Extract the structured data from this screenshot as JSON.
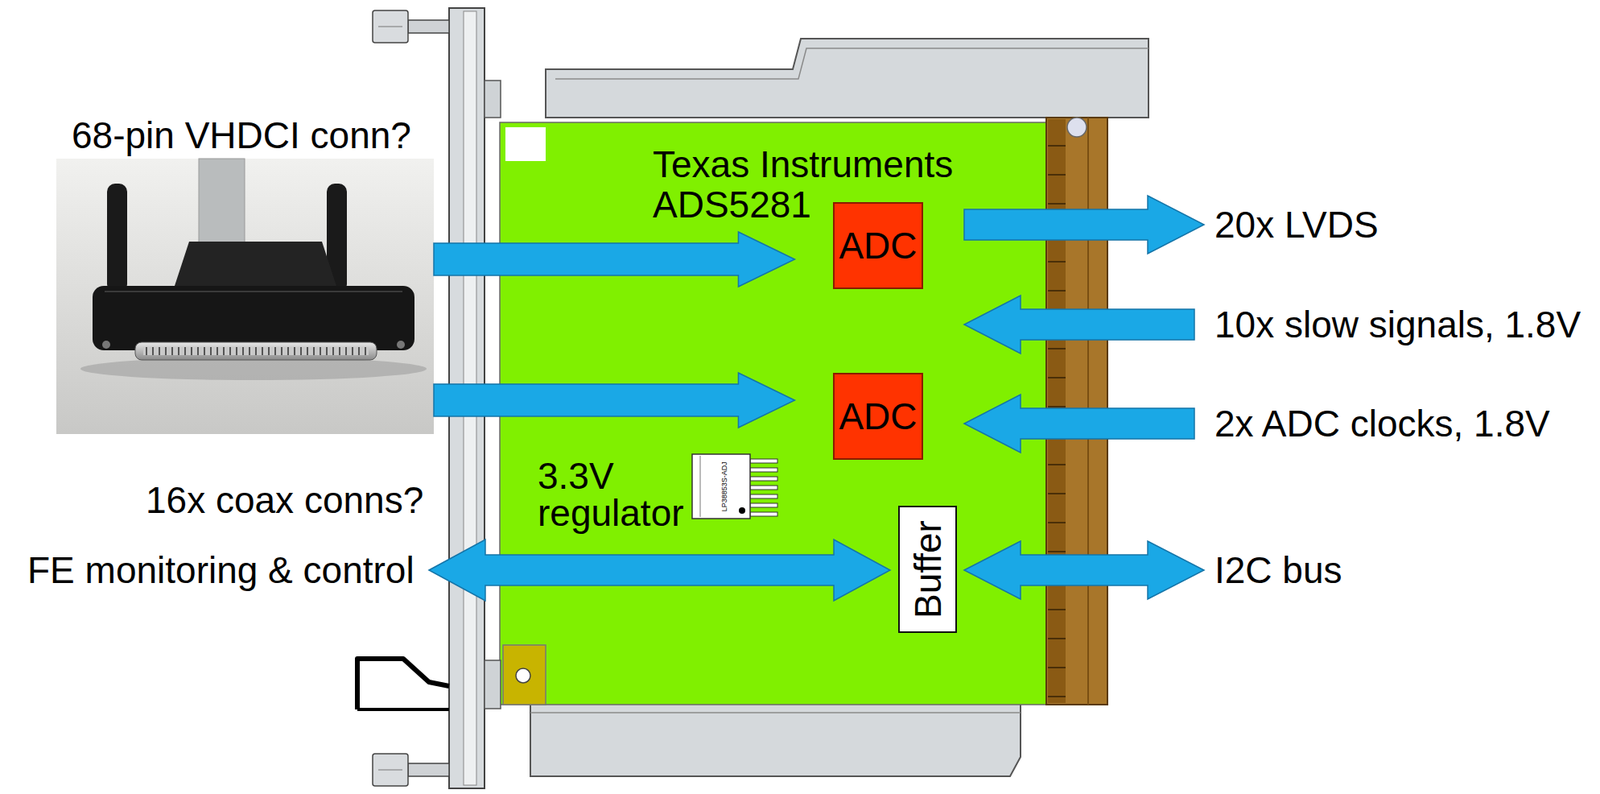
{
  "diagram": {
    "nodes": [
      {
        "text": [
          "68-pin VHDCI conn?"
        ]
      },
      {
        "text": [
          "ADC"
        ]
      },
      {
        "text": [
          "ADC"
        ]
      },
      {
        "text": [
          "Buffer"
        ]
      }
    ],
    "edges": [
      {
        "from": 0,
        "to": 1,
        "arrow": "to"
      },
      {
        "from": 0,
        "to": 2,
        "arrow": "to"
      }
    ],
    "labels": [
      "Texas Instruments ADS5281",
      "3.3V regulator",
      "LP38853S-ADJ",
      "16x coax conns?",
      "FE monitoring & control",
      "20x LVDS",
      "10x slow signals, 1.8V",
      "2x ADC clocks, 1.8V",
      "I2C bus"
    ]
  }
}
